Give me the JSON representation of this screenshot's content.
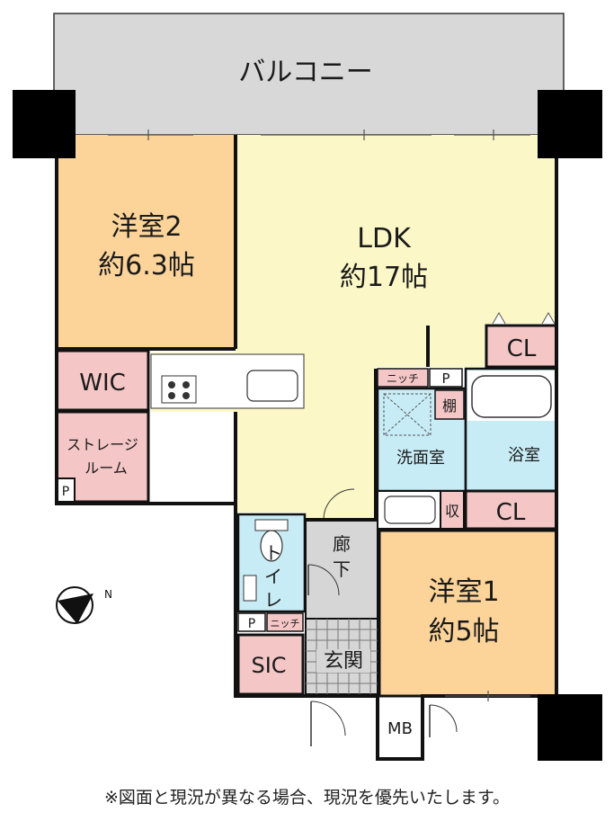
{
  "floor_plan": {
    "rooms": {
      "balcony": "バルコニー",
      "ldk_name": "LDK",
      "ldk_size": "約17帖",
      "western2_name": "洋室2",
      "western2_size": "約6.3帖",
      "western1_name": "洋室1",
      "western1_size": "約5帖",
      "wic": "WIC",
      "storage_line1": "ストレージ",
      "storage_line2": "ルーム",
      "cl_upper": "CL",
      "cl_lower": "CL",
      "niche_top": "ニッチ",
      "niche_bottom": "ニッチ",
      "pipe_space_top": "P",
      "pipe_space_storage": "P",
      "pipe_space_toilet": "P",
      "shelf": "棚",
      "washroom": "洗面室",
      "bathroom": "浴室",
      "storage_small": "収",
      "toilet_chars": [
        "ト",
        "イ",
        "レ"
      ],
      "hallway_chars": [
        "廊",
        "下"
      ],
      "entrance": "玄関",
      "sic": "SIC",
      "mb": "MB"
    },
    "colors": {
      "western": "#fcd49a",
      "ldk": "#fbf7c6",
      "closet": "#f4c6c6",
      "wet": "#c8ecf6",
      "hallway": "#d6d6d6",
      "balcony": "#d8d8d8",
      "pillar": "#000000"
    },
    "icons": [
      "north-arrow-icon",
      "stove-icon",
      "sink-icon",
      "bathtub-icon",
      "toilet-icon",
      "washbasin-icon"
    ]
  },
  "footer": {
    "note": "※図面と現況が異なる場合、現況を優先いたします。"
  }
}
